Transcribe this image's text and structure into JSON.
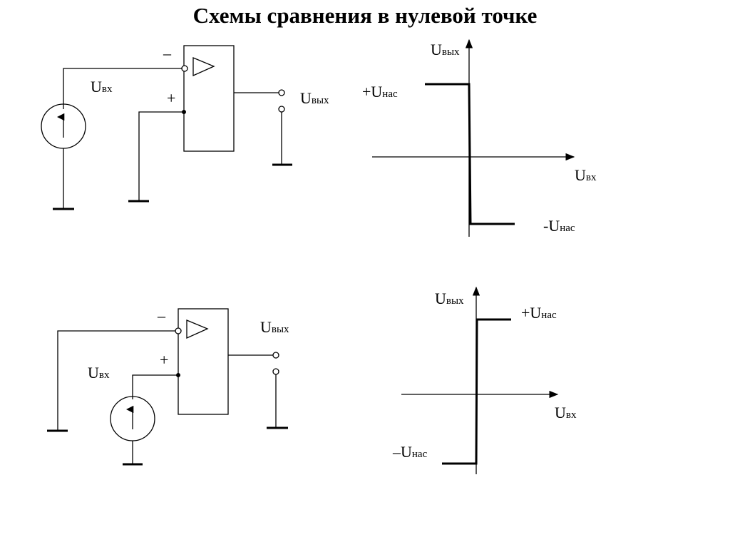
{
  "title": "Схемы сравнения в нулевой точке",
  "schemes": [
    {
      "name": "inverting-comparator",
      "minus_sign": "–",
      "plus_sign": "+",
      "input_label": {
        "main": "U",
        "sub": "вх"
      },
      "output_label": {
        "main": "U",
        "sub": "вых"
      }
    },
    {
      "name": "noninverting-comparator",
      "minus_sign": "–",
      "plus_sign": "+",
      "input_label": {
        "main": "U",
        "sub": "вх"
      },
      "output_label": {
        "main": "U",
        "sub": "вых"
      }
    }
  ],
  "graphs": [
    {
      "name": "inverting-transfer",
      "y_axis": {
        "main": "U",
        "sub": "вых"
      },
      "x_axis": {
        "main": "U",
        "sub": "вх"
      },
      "high_label": {
        "main": "+U",
        "sub": "нас"
      },
      "low_label": {
        "main": "-U",
        "sub": "нас"
      },
      "behavior": "output = +Uнас for Uвх < 0, -Uнас for Uвх > 0"
    },
    {
      "name": "noninverting-transfer",
      "y_axis": {
        "main": "U",
        "sub": "вых"
      },
      "x_axis": {
        "main": "U",
        "sub": "вх"
      },
      "high_label": {
        "main": "+U",
        "sub": "нас"
      },
      "low_label": {
        "main": "–U",
        "sub": "нас"
      },
      "behavior": "output = -Uнас for Uвх < 0, +Uнас for Uвх > 0"
    }
  ]
}
